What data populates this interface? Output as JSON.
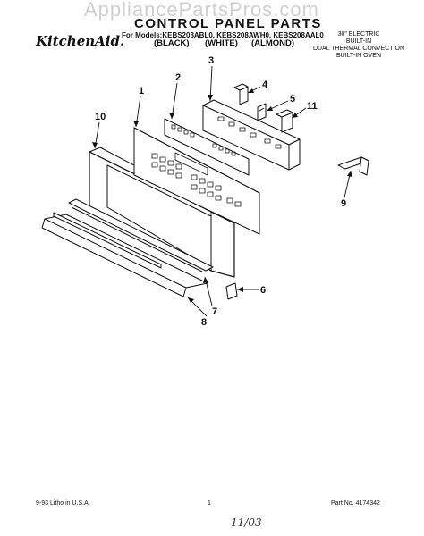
{
  "watermark": "AppliancePartsPros.com",
  "header": {
    "brand_logo": "KitchenAid.",
    "title": "CONTROL PANEL PARTS",
    "models_line": "For Models:KEBS208ABL0, KEBS208AWH0, KEBS208AAL0",
    "colors": [
      "(BLACK)",
      "(WHITE)",
      "(ALMOND)"
    ],
    "oven_description": [
      "30\" ELECTRIC",
      "BUILT-IN",
      "DUAL THERMAL CONVECTION",
      "BUILT-IN OVEN"
    ]
  },
  "callouts": [
    "1",
    "2",
    "3",
    "4",
    "5",
    "6",
    "7",
    "8",
    "9",
    "10",
    "11"
  ],
  "footer": {
    "left": "9-93 Litho in U.S.A.",
    "center": "1",
    "right": "Part No. 4174342",
    "handwritten": "11/03"
  }
}
